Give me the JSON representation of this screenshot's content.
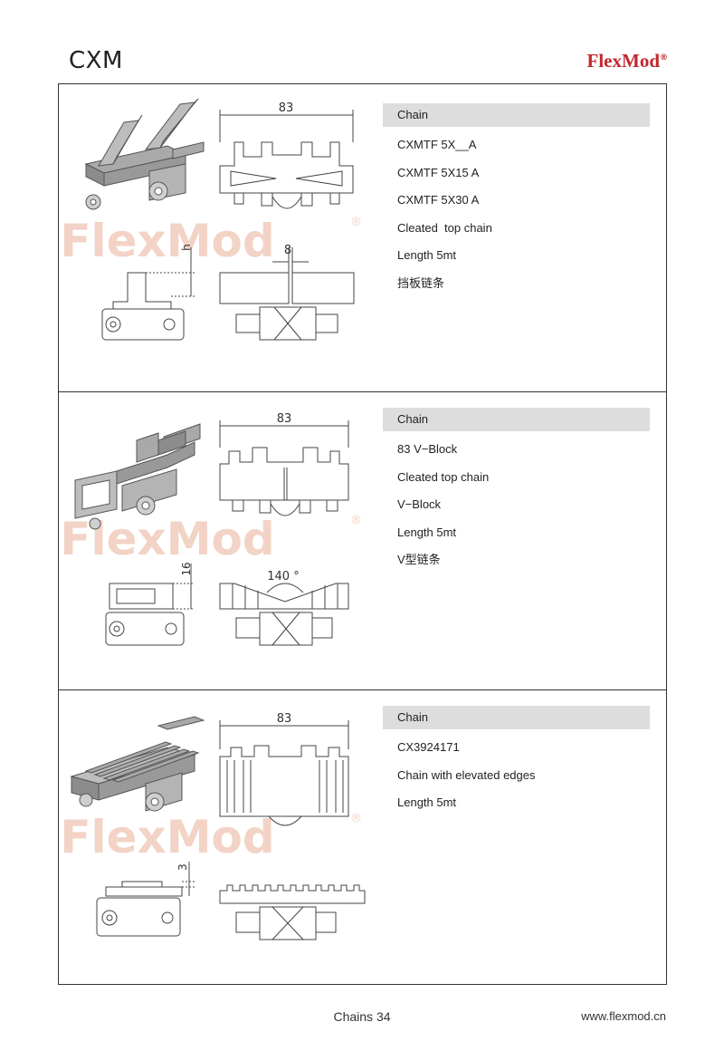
{
  "header": {
    "page_code": "CXM",
    "brand": "FlexMod",
    "brand_mark": "®"
  },
  "watermark": "FlexMod",
  "sections": [
    {
      "spec_header": "Chain",
      "items": [
        "CXMTF 5X__A",
        "CXMTF 5X15 A",
        "CXMTF 5X30 A",
        "Cleated  top chain",
        "Length 5mt",
        "挡板链条"
      ],
      "dimensions": {
        "width": "83",
        "height": "h",
        "gap": "8"
      }
    },
    {
      "spec_header": "Chain",
      "items": [
        "83 V−Block",
        "Cleated top chain",
        "V−Block",
        "Length 5mt",
        "V型链条"
      ],
      "dimensions": {
        "width": "83",
        "height": "16",
        "angle": "140 °"
      }
    },
    {
      "spec_header": "Chain",
      "items": [
        "CX3924171",
        "Chain with elevated edges",
        "Length 5mt"
      ],
      "dimensions": {
        "width": "83",
        "height": "3"
      }
    }
  ],
  "footer": {
    "page_label": "Chains 34",
    "url": "www.flexmod.cn"
  }
}
